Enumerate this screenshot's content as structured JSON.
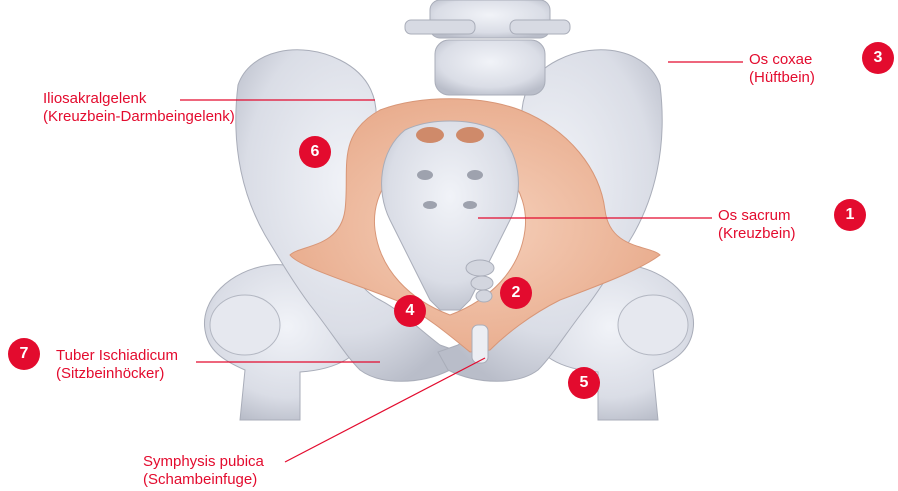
{
  "colors": {
    "accent": "#e30b2e",
    "bone": "#dfe2ea",
    "cartilage": "#f1bfa3"
  },
  "labels": {
    "os_coxae": {
      "line1": "Os coxae",
      "line2": "(Hüftbein)"
    },
    "iliosakral": {
      "line1": "Iliosakralgelenk",
      "line2": "(Kreuzbein-Darmbeingelenk)"
    },
    "os_sacrum": {
      "line1": "Os sacrum",
      "line2": "(Kreuzbein)"
    },
    "tuber": {
      "line1": "Tuber Ischiadicum",
      "line2": "(Sitzbeinhöcker)"
    },
    "symphysis": {
      "line1": "Symphysis pubica",
      "line2": "(Schambeinfuge)"
    }
  },
  "badges": {
    "b1": "1",
    "b2": "2",
    "b3": "3",
    "b4": "4",
    "b5": "5",
    "b6": "6",
    "b7": "7"
  }
}
